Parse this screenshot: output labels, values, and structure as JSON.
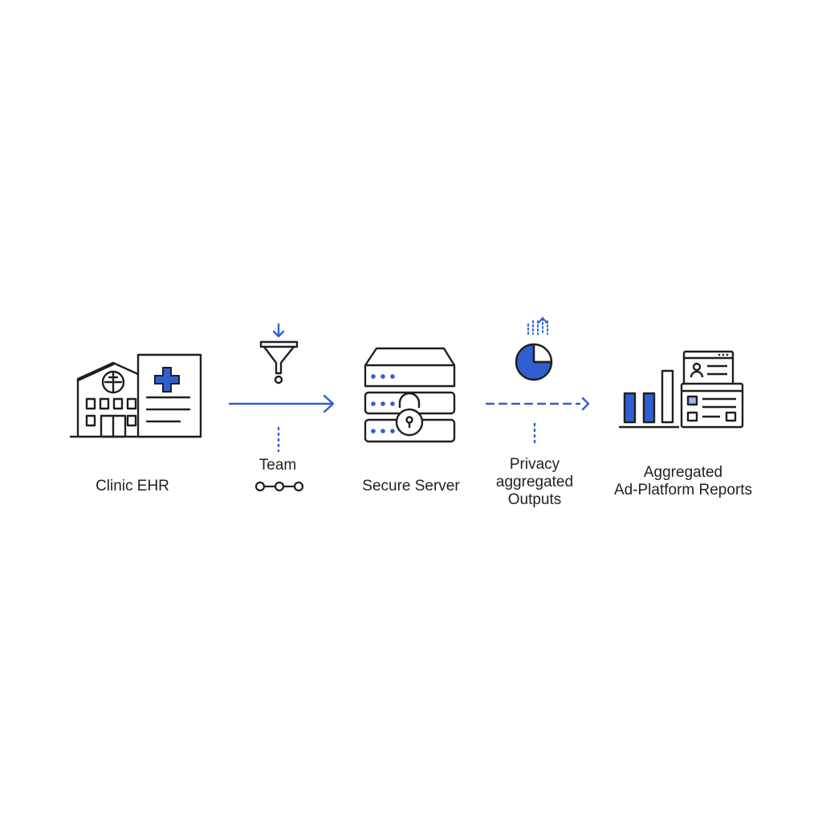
{
  "colors": {
    "ink": "#1f1f1f",
    "accent": "#2f5fd0",
    "background": "#ffffff"
  },
  "nodes": [
    {
      "id": "clinic-ehr",
      "icon": "hospital-with-medical-record-icon",
      "label_lines": [
        "Clinic EHR"
      ]
    },
    {
      "id": "team",
      "icon": "funnel-filter-icon",
      "label_lines": [
        "Team"
      ],
      "sub_icon": "connected-nodes-icon"
    },
    {
      "id": "secure-server",
      "icon": "locked-server-stack-icon",
      "label_lines": [
        "Secure Server"
      ]
    },
    {
      "id": "privacy-outputs",
      "icon": "pie-chart-icon",
      "label_lines": [
        "Privacy",
        "aggregated",
        "Outputs"
      ]
    },
    {
      "id": "reports",
      "icon": "bar-chart-and-report-windows-icon",
      "label_lines": [
        "Aggregated",
        "Ad-Platform Reports"
      ]
    }
  ],
  "connectors": [
    {
      "from": "clinic-ehr",
      "to": "secure-server",
      "style": "solid"
    },
    {
      "from": "secure-server",
      "to": "reports",
      "style": "dashed"
    }
  ]
}
